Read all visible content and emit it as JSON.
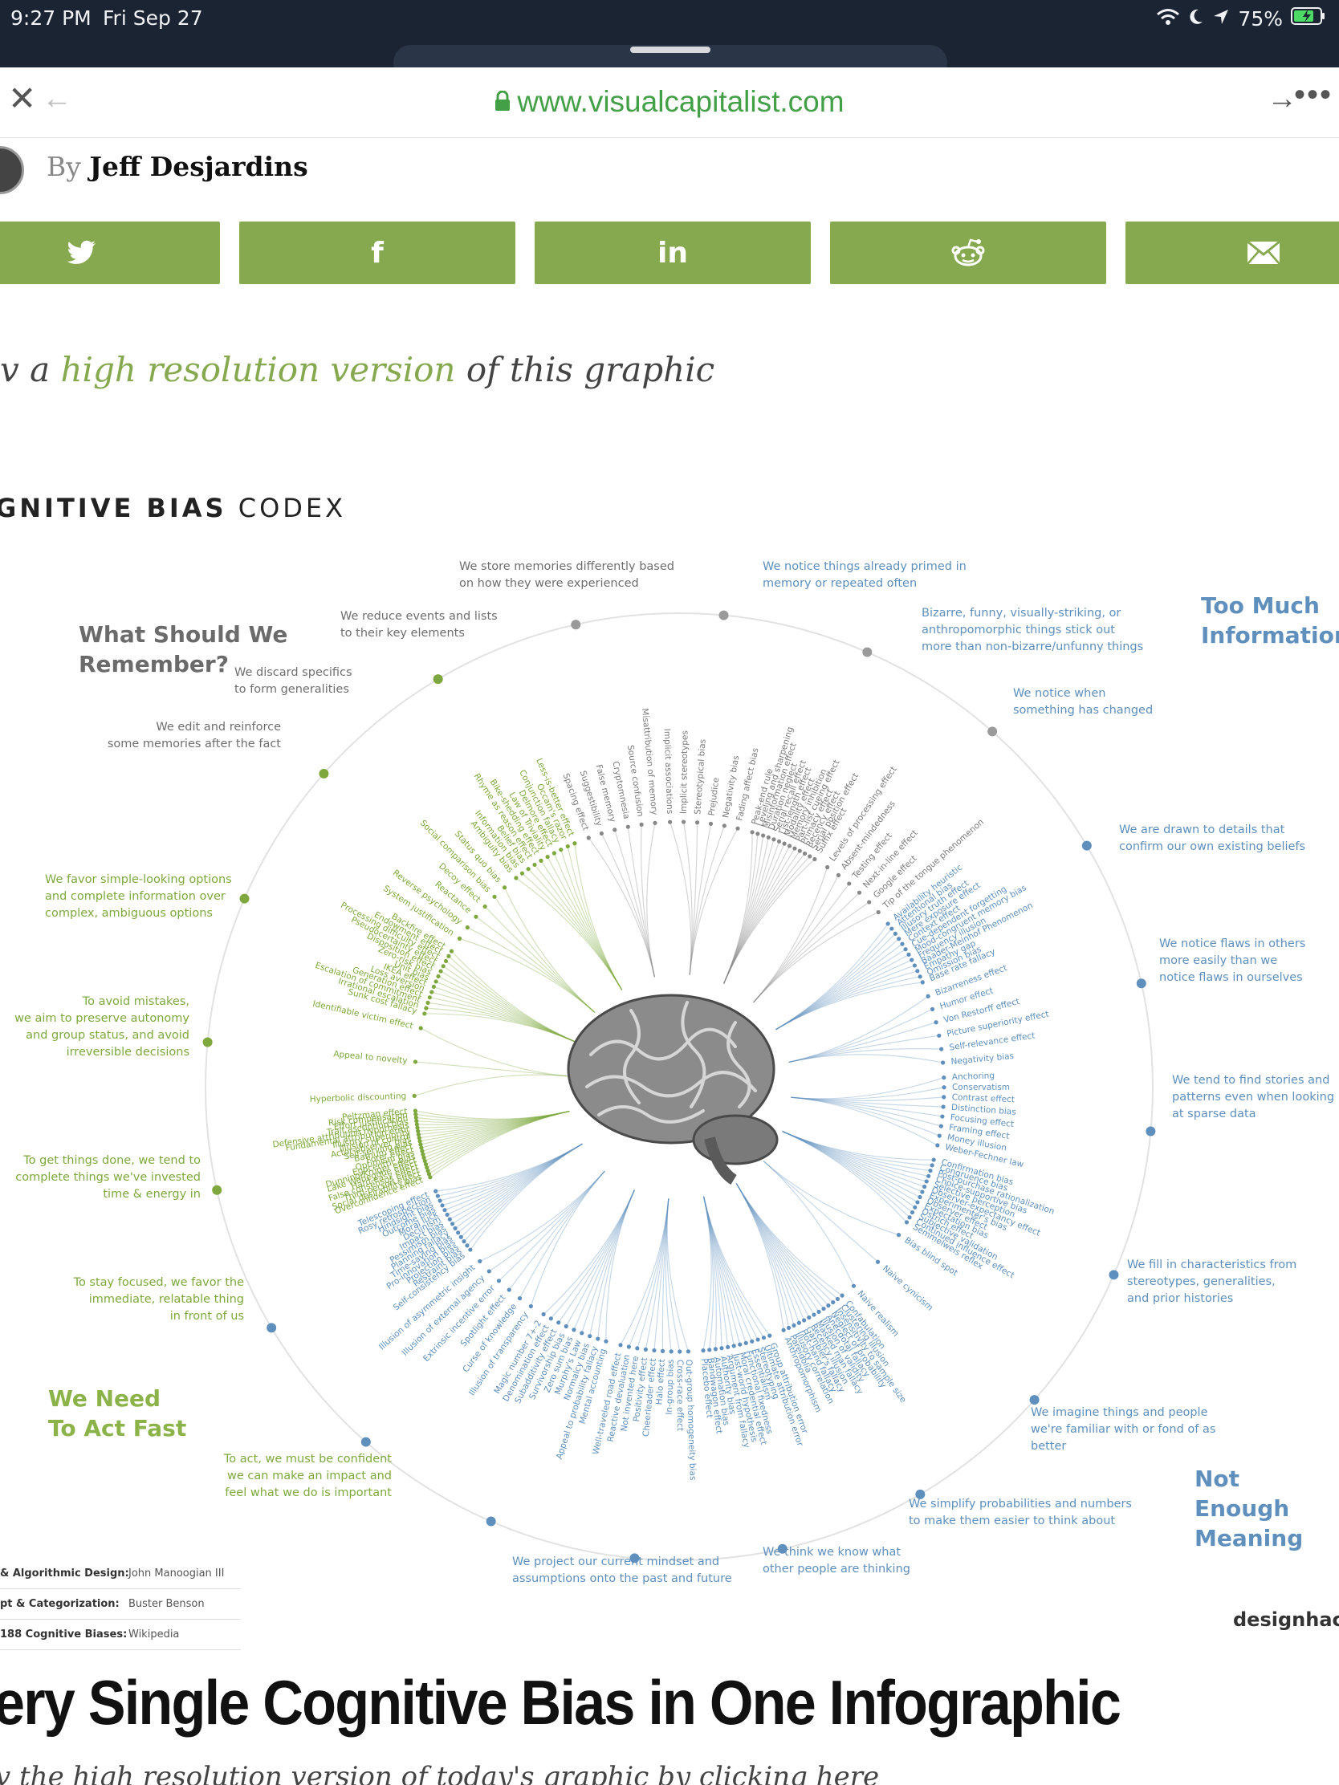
{
  "status_bar": {
    "time": "9:27 PM",
    "date": "Fri Sep 27",
    "battery": "75%"
  },
  "browser": {
    "url": "www.visualcapitalist.com",
    "close_icon": "close-icon",
    "back_icon": "back-arrow-icon",
    "forward_icon": "forward-arrow-icon",
    "more_icon": "more-icon"
  },
  "byline": {
    "by": "By",
    "author": "Jeff Desjardins"
  },
  "share_buttons": [
    {
      "name": "twitter",
      "icon": "twitter-icon"
    },
    {
      "name": "facebook",
      "icon": "facebook-icon",
      "glyph": "f"
    },
    {
      "name": "linkedin",
      "icon": "linkedin-icon",
      "glyph": "in"
    },
    {
      "name": "reddit",
      "icon": "reddit-icon"
    },
    {
      "name": "email",
      "icon": "email-icon"
    }
  ],
  "accent_color": "#86a94f",
  "hires": {
    "prefix": "v a ",
    "link": "high resolution version",
    "suffix": " of this graphic"
  },
  "graphic": {
    "title_bold": "GNITIVE BIAS",
    "title_light": " CODEX",
    "quadrants": {
      "remember": [
        "What Should We",
        "Remember?"
      ],
      "too_much": [
        "Too Much",
        "Information"
      ],
      "act_fast": [
        "We Need",
        "To Act Fast"
      ],
      "meaning": [
        "Not Enough",
        "Meaning"
      ]
    },
    "notes": {
      "n_memories": [
        "We store memories differently based",
        "on how they were experienced"
      ],
      "n_reduce": [
        "We reduce events and lists",
        "to their key elements"
      ],
      "n_discard": [
        "We discard specifics",
        "to form generalities"
      ],
      "n_edit": [
        "We edit and reinforce",
        "some memories after the fact"
      ],
      "n_primed": [
        "We notice things already primed in",
        "memory or repeated often"
      ],
      "n_bizarre": [
        "Bizarre, funny, visually-striking, or",
        "anthropomorphic things stick out",
        "more than non-bizarre/unfunny things"
      ],
      "n_changed": [
        "We notice when",
        "something has changed"
      ],
      "n_confirm": [
        "We are drawn to details that",
        "confirm our own existing beliefs"
      ],
      "n_flaws": [
        "We notice flaws in others",
        "more easily than we",
        "notice flaws in ourselves"
      ],
      "n_stories": [
        "We tend to find stories and",
        "patterns even when looking",
        "at sparse data"
      ],
      "n_fill": [
        "We fill in characteristics from",
        "stereotypes, generalities,",
        "and prior histories"
      ],
      "n_imagine": [
        "We imagine things and people",
        "we're familiar with or fond of as",
        "better"
      ],
      "n_simplify": [
        "We simplify probabilities and numbers",
        "to make them easier to think about"
      ],
      "n_think": [
        "We think we know what",
        "other people are thinking"
      ],
      "n_project": [
        "We project our current mindset and",
        "assumptions onto the past and future"
      ],
      "n_confident": [
        "To act, we must be confident",
        "we can make an impact and",
        "feel what we do is important"
      ],
      "n_focused": [
        "To stay focused, we favor the",
        "immediate, relatable thing",
        "in front of us"
      ],
      "n_done": [
        "To get things done, we tend to",
        "complete things we've invested",
        "time & energy in"
      ],
      "n_mistakes": [
        "To avoid mistakes,",
        "we aim to preserve autonomy",
        "and group status, and avoid",
        "irreversible decisions"
      ],
      "n_simple": [
        "We favor simple-looking options",
        "and complete information over",
        "complex, ambiguous options"
      ]
    },
    "credits": [
      {
        "k": "& Algorithmic Design:",
        "v": "John Manoogian III"
      },
      {
        "k": "pt & Categorization:",
        "v": "Buster Benson"
      },
      {
        "k": "188 Cognitive Biases:",
        "v": "Wikipedia"
      }
    ],
    "brand": "designhac",
    "clusters": [
      {
        "color": "#888888",
        "biases": [
          "Spacing effect",
          "Suggestibility",
          "False memory",
          "Cryptomnesia",
          "Source confusion",
          "Misattribution of memory"
        ]
      },
      {
        "color": "#888888",
        "biases": [
          "Implicit associations",
          "Implicit stereotypes",
          "Stereotypical bias",
          "Prejudice",
          "Negativity bias",
          "Fading affect bias"
        ]
      },
      {
        "color": "#888888",
        "biases": [
          "Peak-end rule",
          "Leveling and sharpening",
          "Misinformation effect",
          "Duration neglect",
          "Serial recall effect",
          "List-length effect",
          "Modality effect",
          "Memory inhibition",
          "Part-list cueing effect",
          "Primacy effect",
          "Recency effect",
          "Serial position effect",
          "Suffix effect"
        ]
      },
      {
        "color": "#888888",
        "biases": [
          "Levels of processing effect",
          "Absent-mindedness",
          "Testing effect",
          "Next-in-line effect",
          "Google effect",
          "Tip of the tongue phenomenon"
        ]
      },
      {
        "color": "#5f8fbd",
        "biases": [
          "Availability heuristic",
          "Attentional bias",
          "Illusory truth effect",
          "Mere exposure effect",
          "Context effect",
          "Cue-dependent forgetting",
          "Mood-congruent memory bias",
          "Frequency illusion",
          "Baader-Meinhof Phenomenon",
          "Empathy gap",
          "Omission bias",
          "Base rate fallacy"
        ]
      },
      {
        "color": "#5f8fbd",
        "biases": [
          "Bizarreness effect",
          "Humor effect",
          "Von Restorff effect",
          "Picture superiority effect",
          "Self-relevance effect",
          "Negativity bias"
        ]
      },
      {
        "color": "#5f8fbd",
        "biases": [
          "Anchoring",
          "Conservatism",
          "Contrast effect",
          "Distinction bias",
          "Focusing effect",
          "Framing effect",
          "Money illusion",
          "Weber-Fechner law"
        ]
      },
      {
        "color": "#5f8fbd",
        "biases": [
          "Confirmation bias",
          "Congruence bias",
          "Post-purchase rationalization",
          "Choice-supportive bias",
          "Selective perception",
          "Observer-expectancy effect",
          "Experimenter's bias",
          "Observer effect",
          "Expectation bias",
          "Ostrich effect",
          "Subjective validation",
          "Continued influence effect",
          "Semmelweis reflex"
        ]
      },
      {
        "color": "#5f8fbd",
        "biases": [
          "Bias blind spot",
          "Naive cynicism",
          "Naive realism"
        ]
      },
      {
        "color": "#5f8fbd",
        "biases": [
          "Confabulation",
          "Clustering illusion",
          "Insensitivity to sample size",
          "Neglect of probability",
          "Anecdotal fallacy",
          "Illusion of validity",
          "Masked man fallacy",
          "Recency illusion",
          "Gambler's fallacy",
          "Hot-hand fallacy",
          "Illusory correlation",
          "Pareidolia",
          "Anthropomorphism"
        ]
      },
      {
        "color": "#5f8fbd",
        "biases": [
          "Group attribution error",
          "Ultimate attribution error",
          "Stereotyping",
          "Essentialism",
          "Functional fixedness",
          "Moral credential effect",
          "Just-world hypothesis",
          "Argument from fallacy",
          "Authority bias",
          "Automation bias",
          "Bandwagon effect",
          "Placebo effect"
        ]
      },
      {
        "color": "#5f8fbd",
        "biases": [
          "Out-group homogeneity bias",
          "Cross-race effect",
          "In-group bias",
          "Halo effect",
          "Cheerleader effect",
          "Positivity effect",
          "Not invented here",
          "Reactive devaluation",
          "Well-traveled road effect"
        ]
      },
      {
        "color": "#5f8fbd",
        "biases": [
          "Mental accounting",
          "Appeal to probability fallacy",
          "Normalcy bias",
          "Murphy's Law",
          "Zero sum bias",
          "Survivorship bias",
          "Subadditivity effect",
          "Denomination effect",
          "Magic number 7+-2"
        ]
      },
      {
        "color": "#5f8fbd",
        "biases": [
          "Illusion of transparency",
          "Curse of knowledge",
          "Spotlight effect",
          "Extrinsic incentive error",
          "Illusion of external agency",
          "Illusion of asymmetric insight"
        ]
      },
      {
        "color": "#5f8fbd",
        "biases": [
          "Self-consistency bias",
          "Restraint bias",
          "Projection bias",
          "Pro-innovation bias",
          "Time-saving bias",
          "Planning fallacy",
          "Pessimism bias",
          "Impact bias",
          "Declinism",
          "Moral luck",
          "Outcome bias",
          "Hindsight bias",
          "Rosy retrospection",
          "Telescoping effect"
        ]
      },
      {
        "color": "#7ea83e",
        "biases": [
          "Overconfidence effect",
          "Social desirability bias",
          "Third-person effect",
          "False consensus effect",
          "Hard-easy effect",
          "Lake Wobegone effect",
          "Dunning-Kruger effect",
          "Egocentric bias",
          "Optimism bias",
          "Forer effect",
          "Barnum effect",
          "Self-serving bias",
          "Actor-observer bias",
          "Illusion of control",
          "Illusory superiority",
          "Fundamental attribution error",
          "Defensive attribution hypothesis",
          "Trait ascription bias",
          "Effort justification",
          "Risk compensation",
          "Peltzman effect"
        ]
      },
      {
        "color": "#7ea83e",
        "biases": [
          "Hyperbolic discounting",
          "Appeal to novelty",
          "Identifiable victim effect"
        ]
      },
      {
        "color": "#7ea83e",
        "biases": [
          "Sunk cost fallacy",
          "Irrational escalation",
          "Escalation of commitment",
          "Generation effect",
          "Loss aversion",
          "IKEA effect",
          "Unit bias",
          "Zero-risk bias",
          "Disposition effect",
          "Pseudocertainty effect",
          "Processing difficulty effect",
          "Endowment effect",
          "Backfire effect"
        ]
      },
      {
        "color": "#7ea83e",
        "biases": [
          "System justification",
          "Reverse psychology",
          "Reactance",
          "Decoy effect",
          "Social comparison bias",
          "Status quo bias"
        ]
      },
      {
        "color": "#7ea83e",
        "biases": [
          "Ambiguity bias",
          "Information bias",
          "Belief bias",
          "Rhyme as reason effect",
          "Bike-shedding effect",
          "Law of Triviality",
          "Delmore effect",
          "Conjunction fallacy",
          "Occam's razor",
          "Less-is-better effect"
        ]
      }
    ]
  },
  "article": {
    "headline": "ery Single Cognitive Bias in One Infographic",
    "subline": "v the high resolution version of today's graphic by clicking here"
  }
}
